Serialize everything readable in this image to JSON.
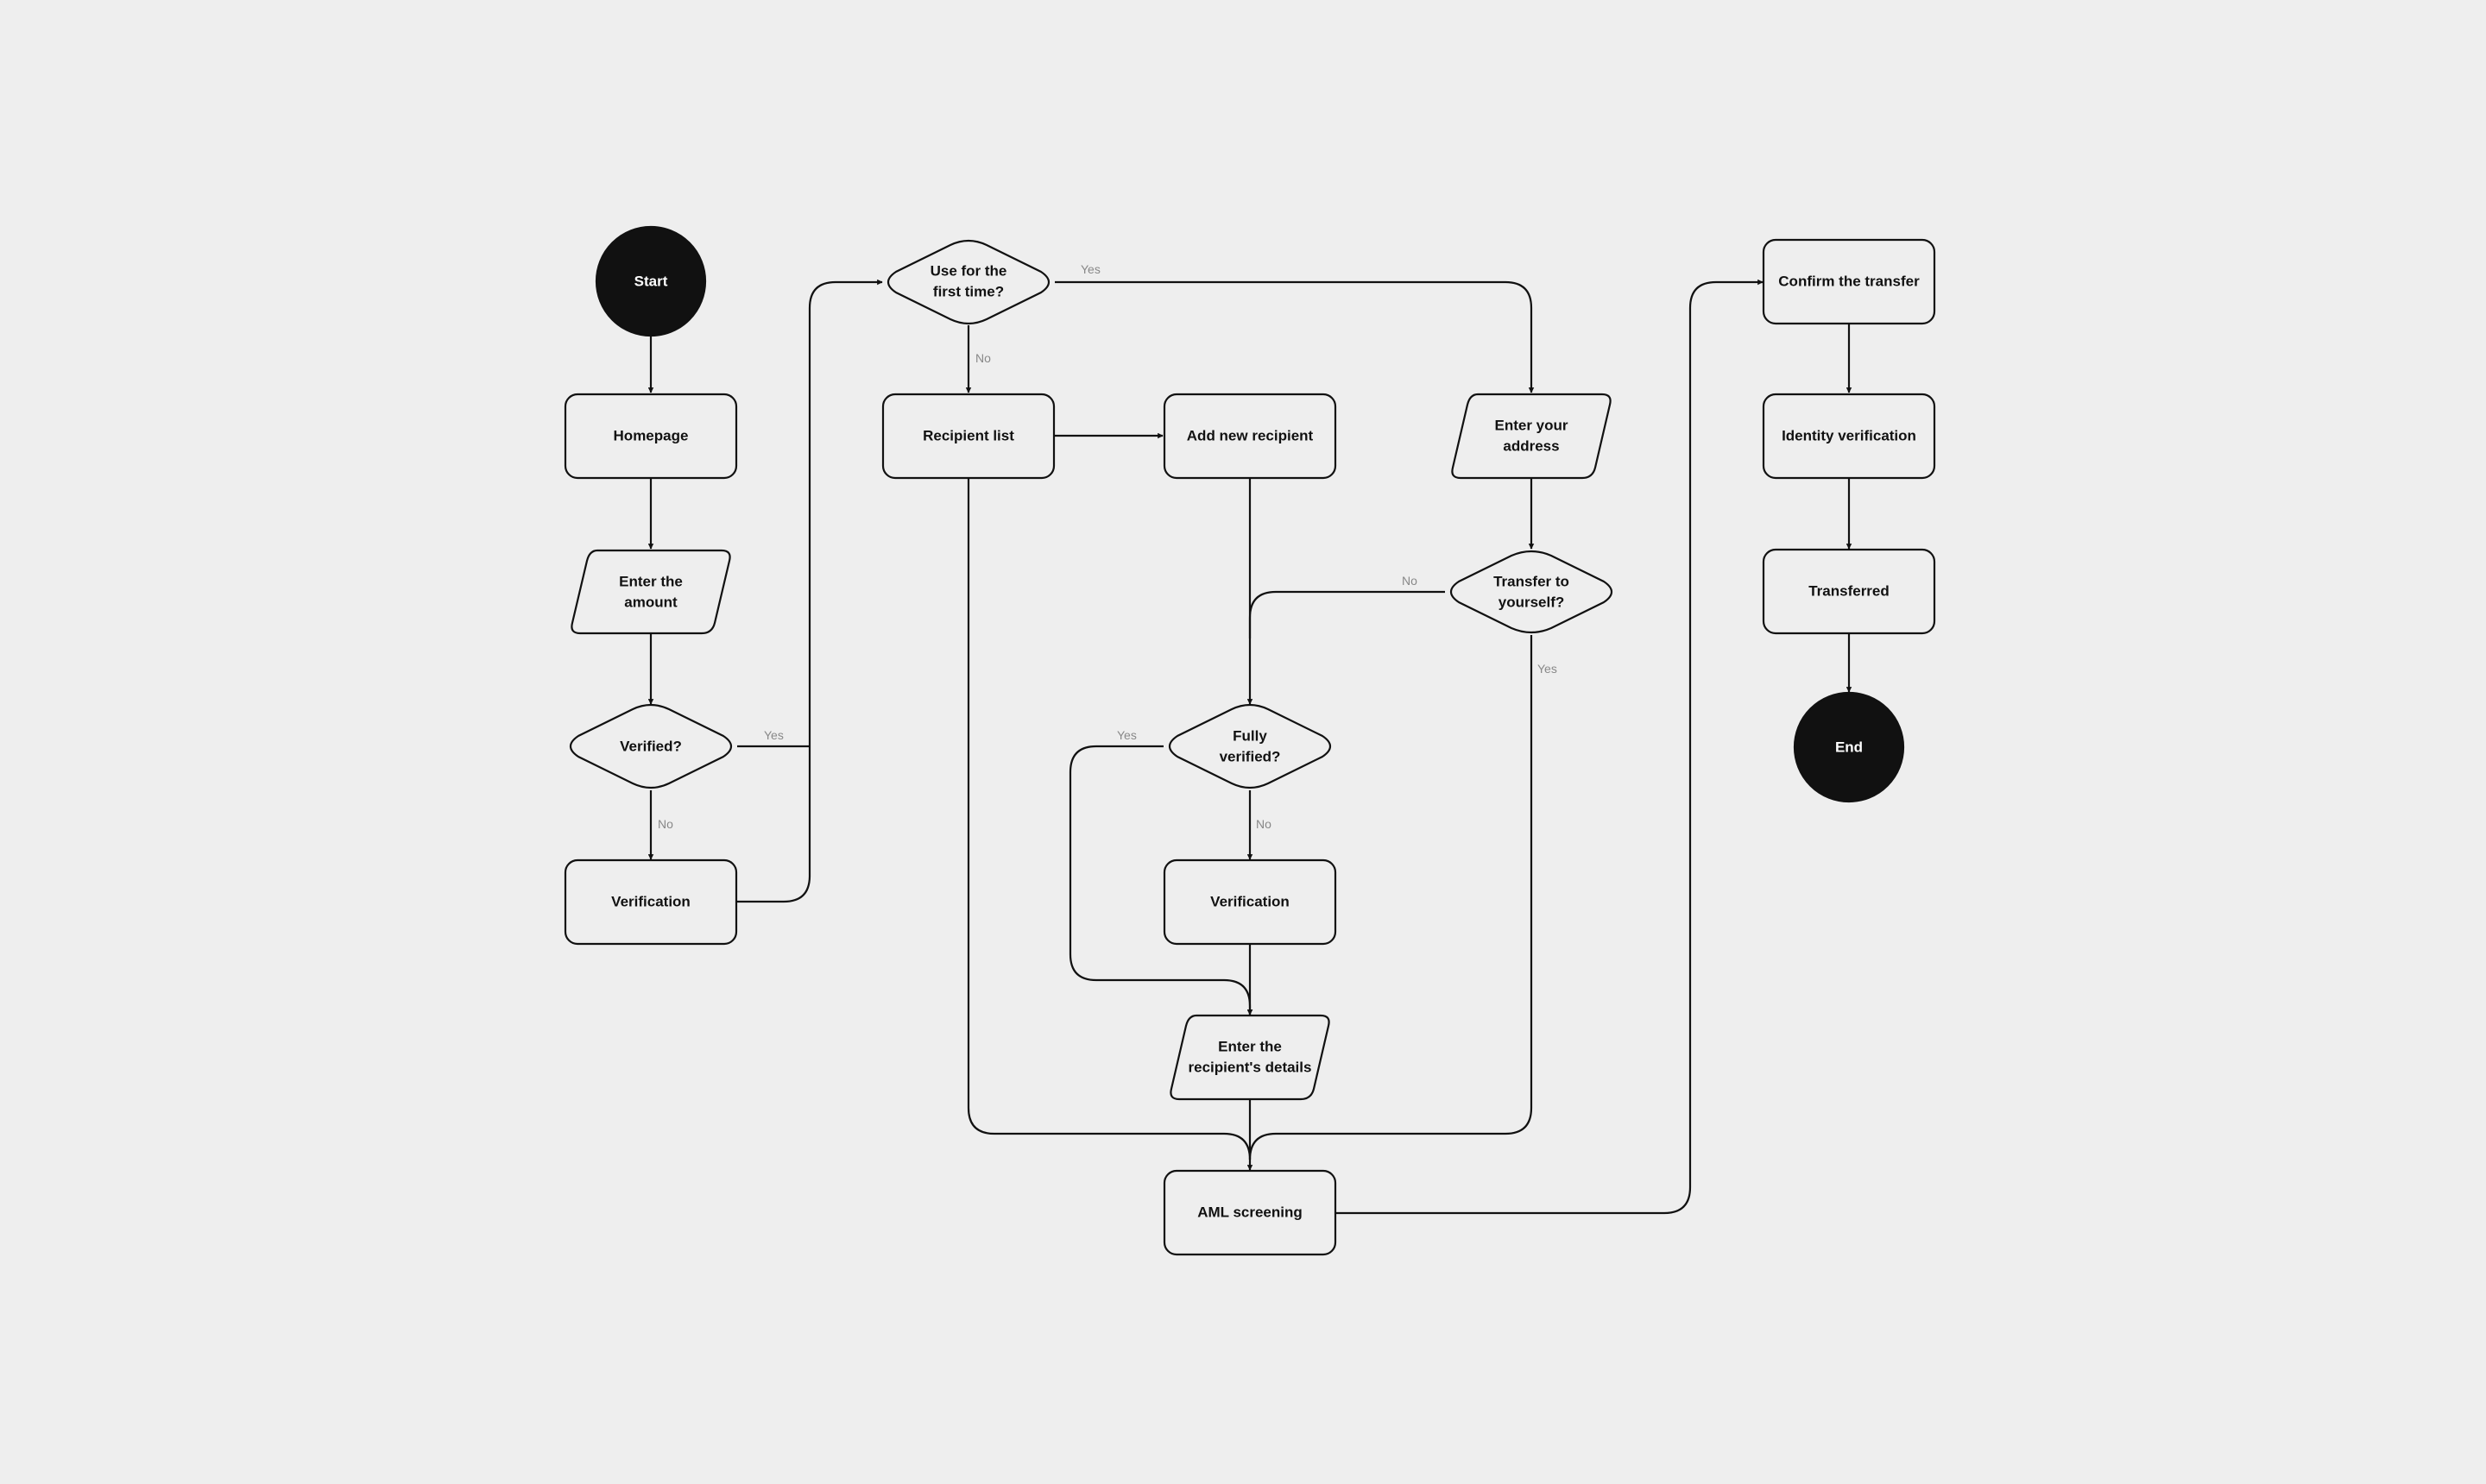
{
  "diagram": {
    "nodes": {
      "start": "Start",
      "homepage": "Homepage",
      "enter_amount": [
        "Enter the",
        "amount"
      ],
      "verified": "Verified?",
      "verification_1": "Verification",
      "use_first_time": [
        "Use for the",
        "first time?"
      ],
      "recipient_list": "Recipient list",
      "add_new_recipient": "Add new recipient",
      "enter_address": [
        "Enter your",
        "address"
      ],
      "transfer_to_yourself": [
        "Transfer to",
        "yourself?"
      ],
      "fully_verified": [
        "Fully",
        "verified?"
      ],
      "verification_2": "Verification",
      "enter_recipient_details": [
        "Enter the",
        "recipient's details"
      ],
      "aml_screening": "AML screening",
      "confirm_transfer": "Confirm the transfer",
      "identity_verification": "Identity verification",
      "transferred": "Transferred",
      "end": "End"
    },
    "edge_labels": {
      "verified_yes": "Yes",
      "verified_no": "No",
      "first_time_yes": "Yes",
      "first_time_no": "No",
      "transfer_self_no": "No",
      "transfer_self_yes": "Yes",
      "fully_verified_yes": "Yes",
      "fully_verified_no": "No"
    },
    "colors": {
      "background": "#eeeeee",
      "stroke": "#111111",
      "terminal_fill": "#111111",
      "edge_label": "#888888"
    }
  }
}
